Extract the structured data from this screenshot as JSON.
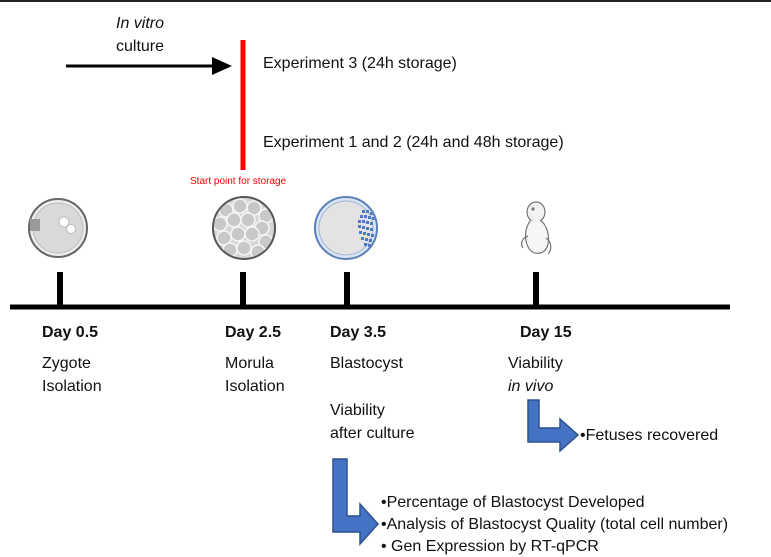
{
  "colors": {
    "storage_line": "#ff0000",
    "timeline": "#000000",
    "bent_arrow": "#4472c4",
    "bent_arrow_stroke": "#2f528f"
  },
  "culture": {
    "line1": "In vitro",
    "line2": "culture"
  },
  "experiments": {
    "exp3": "Experiment 3 (24h storage)",
    "exp12": "Experiment 1 and 2 (24h and 48h storage)"
  },
  "start_point": "Start point for storage",
  "stages": [
    {
      "day": "Day 0.5",
      "line1": "Zygote",
      "line2": "Isolation",
      "icon": "zygote-icon"
    },
    {
      "day": "Day 2.5",
      "line1": "Morula",
      "line2": "Isolation",
      "icon": "morula-icon"
    },
    {
      "day": "Day 3.5",
      "line1": "Blastocyst",
      "line2": "",
      "icon": "blastocyst-icon"
    },
    {
      "day": "Day 15",
      "line1": "Viability",
      "line2": "in vivo",
      "icon": "fetus-icon"
    }
  ],
  "viability_after": {
    "line1": "Viability",
    "line2": "after culture"
  },
  "fetuses": "•Fetuses recovered",
  "outcomes": [
    "•Percentage of Blastocyst Developed",
    "•Analysis of Blastocyst Quality (total cell number)",
    "• Gen Expression by RT-qPCR"
  ]
}
